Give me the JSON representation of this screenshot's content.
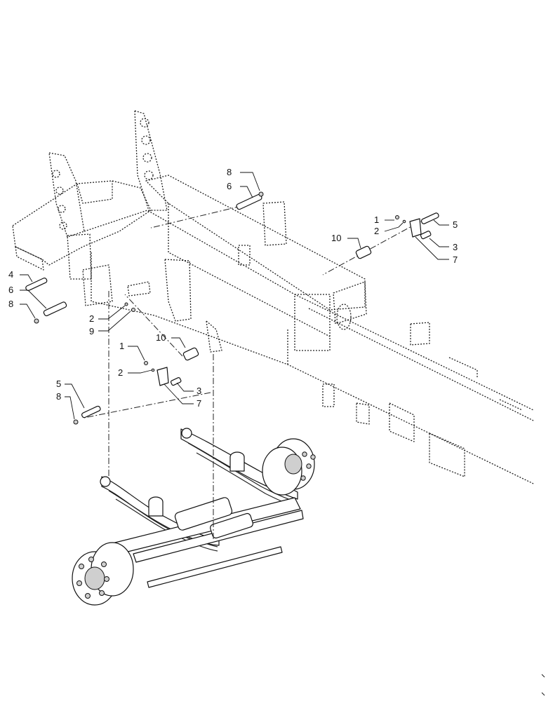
{
  "callouts": [
    {
      "id": "c8a",
      "text": "8"
    },
    {
      "id": "c6a",
      "text": "6"
    },
    {
      "id": "c1a",
      "text": "1"
    },
    {
      "id": "c2a",
      "text": "2"
    },
    {
      "id": "c5a",
      "text": "5"
    },
    {
      "id": "c10a",
      "text": "10"
    },
    {
      "id": "c3a",
      "text": "3"
    },
    {
      "id": "c7a",
      "text": "7"
    },
    {
      "id": "c4",
      "text": "4"
    },
    {
      "id": "c6b",
      "text": "6"
    },
    {
      "id": "c8b",
      "text": "8"
    },
    {
      "id": "c2b",
      "text": "2"
    },
    {
      "id": "c9",
      "text": "9"
    },
    {
      "id": "c10b",
      "text": "10"
    },
    {
      "id": "c1b",
      "text": "1"
    },
    {
      "id": "c2c",
      "text": "2"
    },
    {
      "id": "c3b",
      "text": "3"
    },
    {
      "id": "c7b",
      "text": "7"
    },
    {
      "id": "c5b",
      "text": "5"
    },
    {
      "id": "c8c",
      "text": "8"
    }
  ]
}
